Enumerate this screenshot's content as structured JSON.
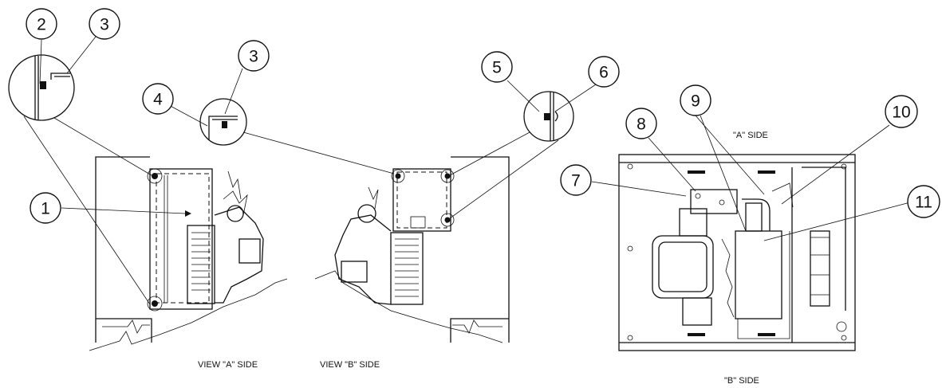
{
  "callouts": {
    "c1": "1",
    "c2": "2",
    "c3a": "3",
    "c3b": "3",
    "c4": "4",
    "c5": "5",
    "c6": "6",
    "c7": "7",
    "c8": "8",
    "c9": "9",
    "c10": "10",
    "c11": "11"
  },
  "captions": {
    "view_a": "VIEW \"A\" SIDE",
    "view_b": "VIEW \"B\" SIDE",
    "top_a_side": "\"A\" SIDE",
    "top_b_side": "\"B\" SIDE"
  }
}
